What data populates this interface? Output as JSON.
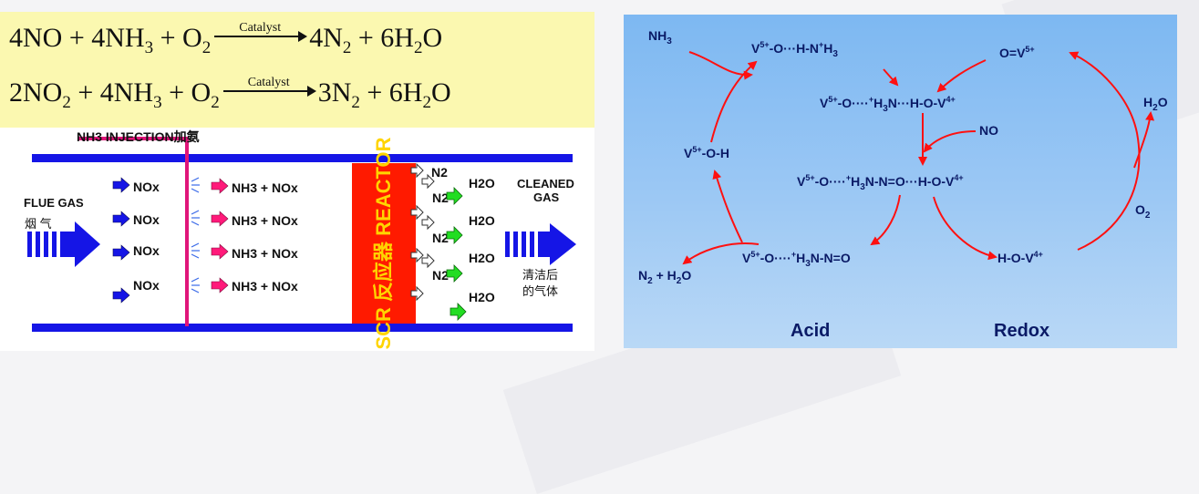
{
  "equations": {
    "eq1": {
      "p1": "4NO  + 4NH",
      "s1": "3",
      "p2": " + O",
      "s2": "2",
      "catalyst": "Catalyst",
      "p3": "4N",
      "s3": "2",
      "p4": " + 6H",
      "s4": "2",
      "p5": "O"
    },
    "eq2": {
      "p1": "2NO",
      "s0": "2",
      "p0": " + 4NH",
      "s1": "3",
      "p2": " + O",
      "s2": "2",
      "catalyst": "Catalyst",
      "p3": "3N",
      "s3": "2",
      "p4": " + 6H",
      "s4": "2",
      "p5": "O"
    }
  },
  "process": {
    "injection_label": "NH3 INJECTION加氨",
    "flue_gas": "FLUE GAS",
    "flue_gas_cn": "烟  气",
    "nox": [
      "NOx",
      "NOx",
      "NOx",
      "NOx"
    ],
    "mix": [
      "NH3 + NOx",
      "NH3 + NOx",
      "NH3 + NOx",
      "NH3 + NOx"
    ],
    "reactor": "SCR 反应器 REACTOR",
    "n2": [
      "N2",
      "N2",
      "N2",
      "N2"
    ],
    "h2o": [
      "H2O",
      "H2O",
      "H2O",
      "H2O"
    ],
    "cleaned_1": "CLEANED",
    "cleaned_2": "GAS",
    "cleaned_cn_1": "清洁后",
    "cleaned_cn_2": "的气体"
  },
  "cycle": {
    "nh3": {
      "a": "NH",
      "b": "3"
    },
    "sp_top": {
      "a": "V",
      "b": "5+",
      "c": "-O···H-N",
      "d": "+",
      "e": "H",
      "f": "3"
    },
    "sp_mid1": {
      "a": "V",
      "b": "5+",
      "c": "-O····",
      "d": "+",
      "e": "H",
      "f": "3",
      "g": "N···H-O-V",
      "h": "4+"
    },
    "no": "NO",
    "sp_oh": {
      "a": "V",
      "b": "5+",
      "c": "-O-H"
    },
    "sp_mid2": {
      "a": "V",
      "b": "5+",
      "c": "-O····",
      "d": "+",
      "e": "H",
      "f": "3",
      "g": "N-N=O···H-O-V",
      "h": "4+"
    },
    "sp_bot": {
      "a": "V",
      "b": "5+",
      "c": "-O····",
      "d": "+",
      "e": "H",
      "f": "3",
      "g": "N-N=O"
    },
    "n2h2o": {
      "a": "N",
      "b": "2",
      "c": " + H",
      "d": "2",
      "e": "O"
    },
    "ov": {
      "a": "O=V",
      "b": "5+"
    },
    "h2o": {
      "a": "H",
      "b": "2",
      "c": "O"
    },
    "o2": {
      "a": "O",
      "b": "2"
    },
    "hov": {
      "a": "H-O-V",
      "b": "4+"
    },
    "acid": "Acid",
    "redox": "Redox"
  },
  "colors": {
    "pipe": "#1515e6",
    "injection": "#e0157a",
    "reactor": "#ff1a00",
    "reactor_text": "#ffd400",
    "arrow_red": "#ff1010",
    "arrow_blue": "#1e3cd8",
    "arrow_green": "#22dd22",
    "arrow_pink": "#ff1a7a",
    "equation_bg": "#fbf8b0"
  }
}
